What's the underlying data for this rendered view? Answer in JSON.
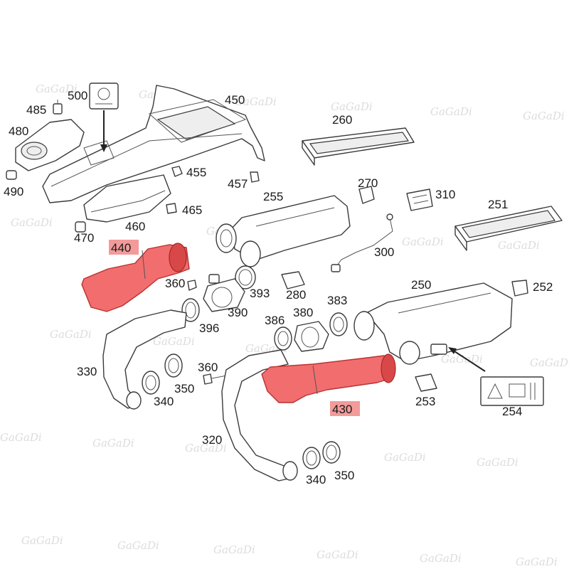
{
  "colors": {
    "highlight": "#f26d6d",
    "highlight_label": "#f39a9a",
    "line": "#3a3a3a",
    "watermark": "#dcdcdc"
  },
  "watermark": "GaGaDi",
  "labels": {
    "p500": "500",
    "p485": "485",
    "p480": "480",
    "p490": "490",
    "p450": "450",
    "p455": "455",
    "p457": "457",
    "p465": "465",
    "p470": "470",
    "p460": "460",
    "p440": "440",
    "p260": "260",
    "p270": "270",
    "p310": "310",
    "p255": "255",
    "p300": "300",
    "p251": "251",
    "p360a": "360",
    "p393": "393",
    "p280": "280",
    "p390": "390",
    "p396": "396",
    "p386": "386",
    "p380": "380",
    "p383": "383",
    "p250": "250",
    "p252": "252",
    "p330": "330",
    "p350a": "350",
    "p340a": "340",
    "p360b": "360",
    "p430": "430",
    "p253": "253",
    "p254": "254",
    "p320": "320",
    "p340b": "340",
    "p350b": "350"
  },
  "highlighted_parts": [
    "440",
    "430"
  ]
}
